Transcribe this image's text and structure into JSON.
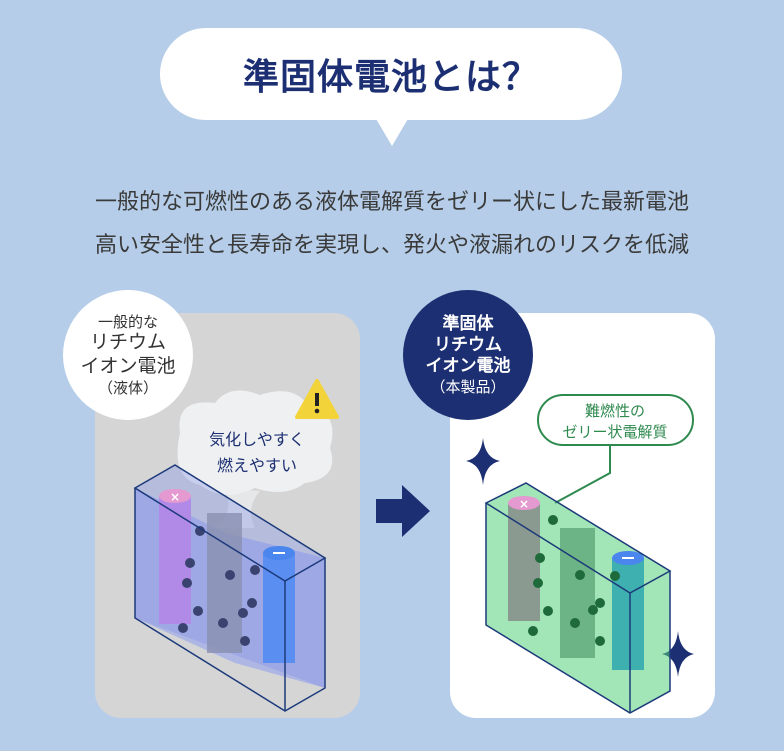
{
  "title": "準固体電池とは？",
  "subtitle": [
    "一般的な可燃性のある液体電解質をゼリー状にした最新電池",
    "高い安全性と長寿命を実現し、発火や液漏れのリスクを低減"
  ],
  "left": {
    "badge": [
      "一般的な",
      "リチウム",
      "イオン電池",
      "（液体）"
    ],
    "cloud": [
      "気化しやすく",
      "燃えやすい"
    ],
    "warning_icon": "warning-triangle-icon"
  },
  "right": {
    "badge": [
      "準固体",
      "リチウム",
      "イオン電池",
      "（本製品）"
    ],
    "callout": [
      "難燃性の",
      "ゼリー状電解質"
    ]
  },
  "colors": {
    "navy": "#1c2f72",
    "background": "#b5cde8",
    "green": "#2f8a4f",
    "warning": "#f2d33a"
  }
}
